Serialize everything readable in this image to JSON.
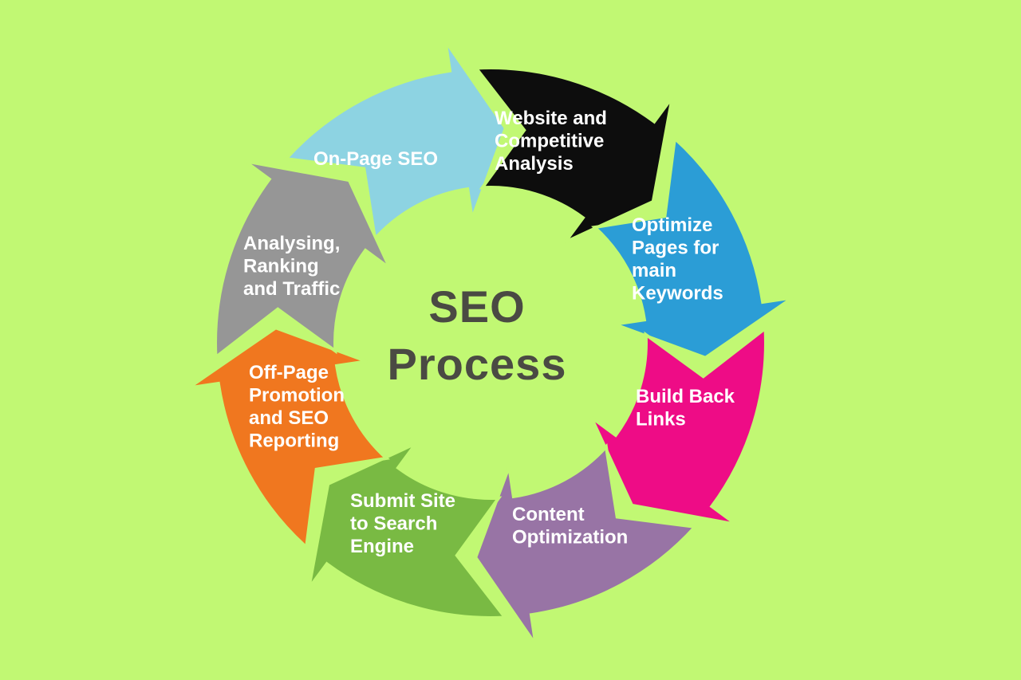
{
  "background_color": "#c1f873",
  "title": {
    "line1": "SEO",
    "line2": "Process",
    "color": "#4a4a43"
  },
  "diagram": {
    "type": "cycle",
    "direction": "clockwise",
    "segments": [
      {
        "id": "on-page-seo",
        "label": "On-Page SEO",
        "color": "#8dd3e2",
        "text_color": "#ffffff"
      },
      {
        "id": "website-competitive-analysis",
        "label": "Website and\nCompetitive\nAnalysis",
        "color": "#0d0d0d",
        "text_color": "#ffffff"
      },
      {
        "id": "optimize-pages-main-keywords",
        "label": "Optimize\nPages for\nmain\nKeywords",
        "color": "#2b9dd6",
        "text_color": "#ffffff"
      },
      {
        "id": "build-back-links",
        "label": "Build Back\nLinks",
        "color": "#ee0c86",
        "text_color": "#ffffff"
      },
      {
        "id": "content-optimization",
        "label": "Content\nOptimization",
        "color": "#9874a5",
        "text_color": "#ffffff"
      },
      {
        "id": "submit-site-to-search-engine",
        "label": "Submit Site\nto Search\nEngine",
        "color": "#79ba43",
        "text_color": "#ffffff"
      },
      {
        "id": "off-page-promotion-reporting",
        "label": "Off-Page\nPromotion\nand SEO\nReporting",
        "color": "#f0771f",
        "text_color": "#ffffff"
      },
      {
        "id": "analysing-ranking-traffic",
        "label": "Analysing,\nRanking\nand Traffic",
        "color": "#969696",
        "text_color": "#ffffff"
      }
    ]
  }
}
